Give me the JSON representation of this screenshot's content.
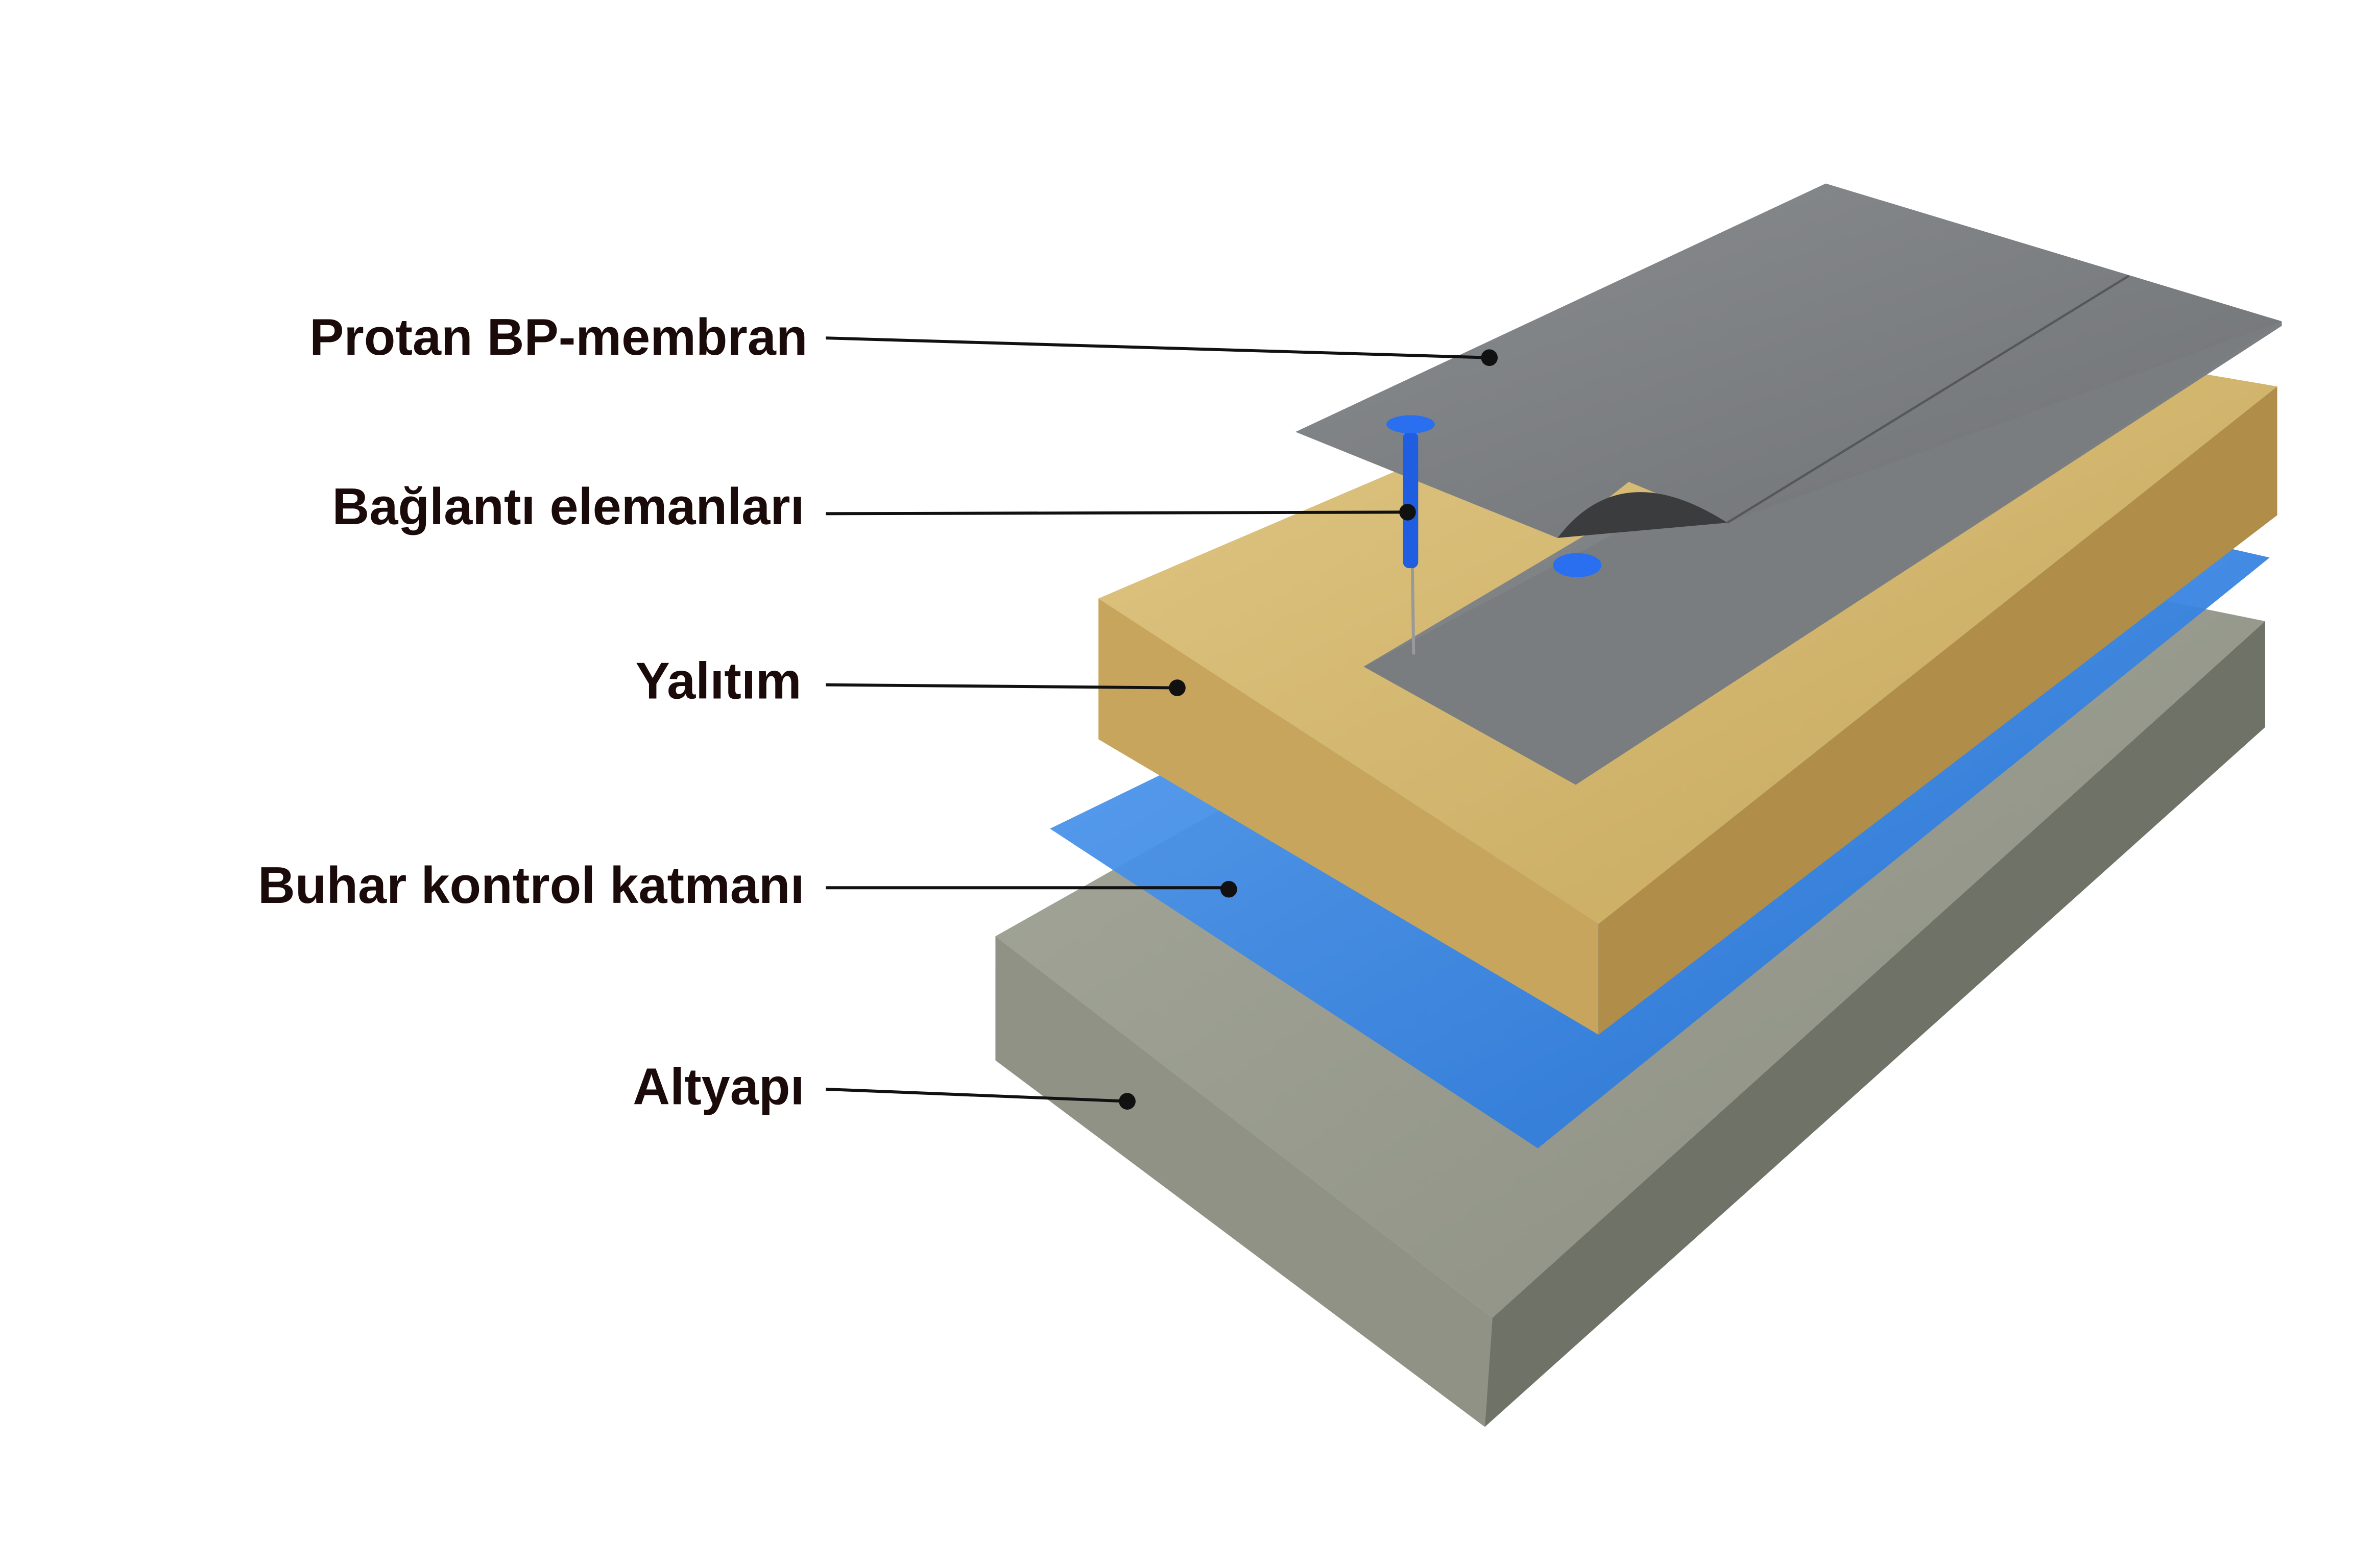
{
  "diagram": {
    "layers": [
      {
        "label": "Protan BP-membran",
        "color": "#7d8083"
      },
      {
        "label": "Bağlantı elemanları",
        "color": "#1f5ee0"
      },
      {
        "label": "Yalıtım",
        "color": "#c9a85a"
      },
      {
        "label": "Buhar kontrol katmanı",
        "color": "#3a86e8"
      },
      {
        "label": "Altyapı",
        "color": "#8e9184"
      }
    ]
  }
}
